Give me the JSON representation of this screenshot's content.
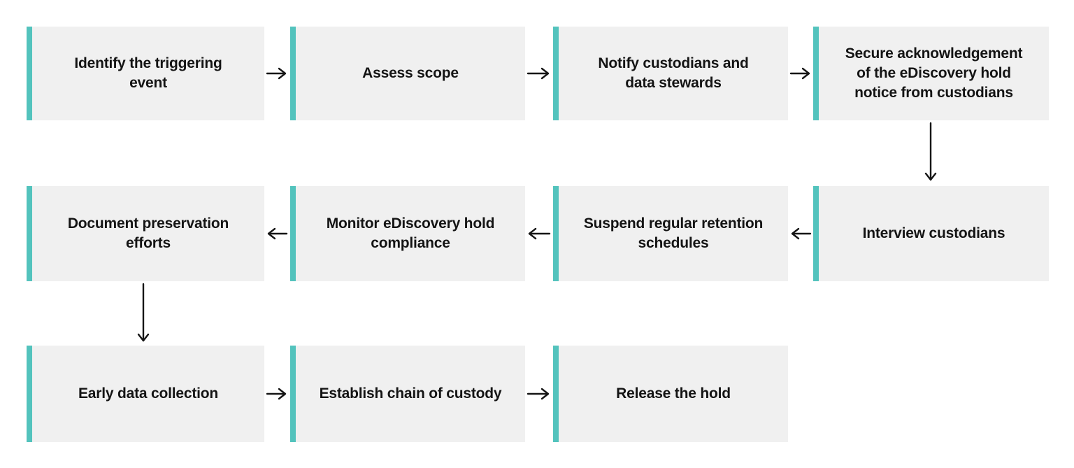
{
  "flowchart": {
    "steps": [
      {
        "order": 1,
        "label": "Identify the triggering\nevent"
      },
      {
        "order": 2,
        "label": "Assess scope"
      },
      {
        "order": 3,
        "label": "Notify custodians and\ndata stewards"
      },
      {
        "order": 4,
        "label": "Secure acknowledgement\nof the eDiscovery hold\nnotice from custodians"
      },
      {
        "order": 5,
        "label": "Interview custodians"
      },
      {
        "order": 6,
        "label": "Suspend regular retention\nschedules"
      },
      {
        "order": 7,
        "label": "Monitor eDiscovery hold\ncompliance"
      },
      {
        "order": 8,
        "label": "Document preservation\nefforts"
      },
      {
        "order": 9,
        "label": "Early data collection"
      },
      {
        "order": 10,
        "label": "Establish chain of custody"
      },
      {
        "order": 11,
        "label": "Release the hold"
      }
    ],
    "connections": [
      {
        "from": 1,
        "to": 2,
        "direction": "right"
      },
      {
        "from": 2,
        "to": 3,
        "direction": "right"
      },
      {
        "from": 3,
        "to": 4,
        "direction": "right"
      },
      {
        "from": 4,
        "to": 5,
        "direction": "down"
      },
      {
        "from": 5,
        "to": 6,
        "direction": "left"
      },
      {
        "from": 6,
        "to": 7,
        "direction": "left"
      },
      {
        "from": 7,
        "to": 8,
        "direction": "left"
      },
      {
        "from": 8,
        "to": 9,
        "direction": "down"
      },
      {
        "from": 9,
        "to": 10,
        "direction": "right"
      },
      {
        "from": 10,
        "to": 11,
        "direction": "right"
      }
    ],
    "colors": {
      "accent": "#53C3BD",
      "box_background": "#F0F0F0",
      "text": "#141414",
      "arrow": "#151515",
      "page_background": "#FFFFFF"
    }
  }
}
